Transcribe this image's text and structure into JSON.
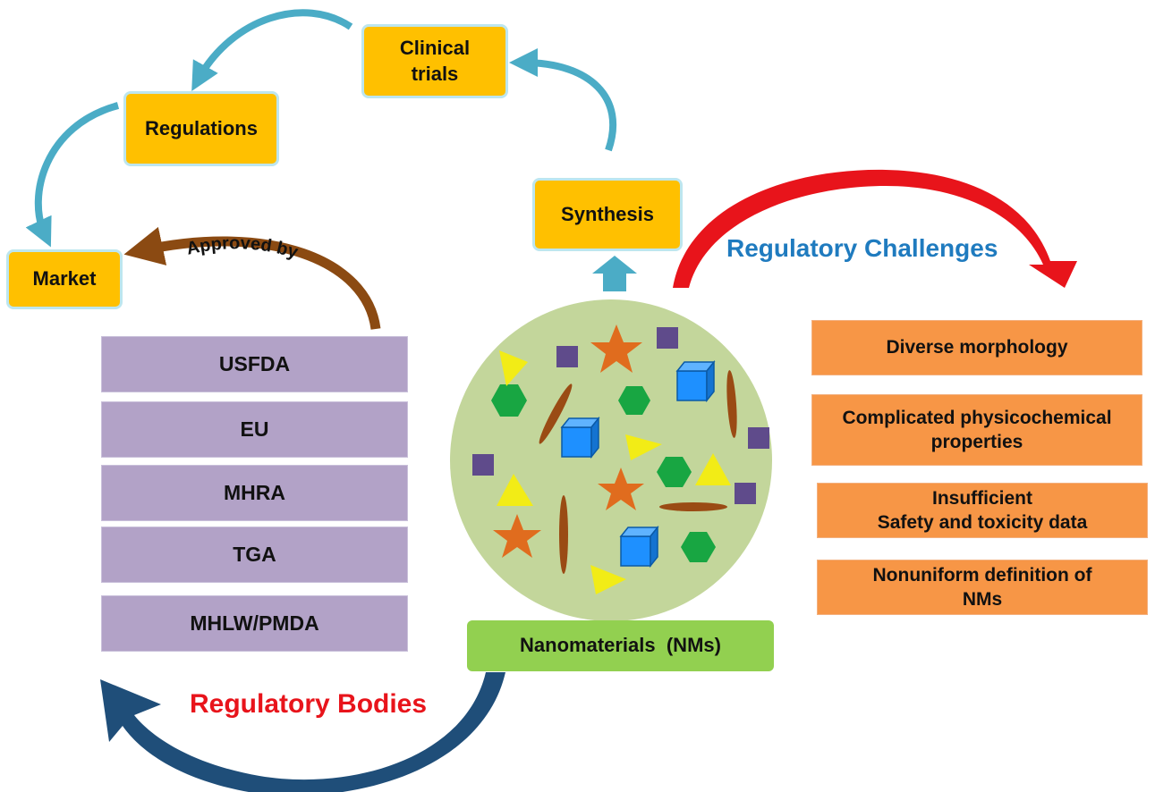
{
  "flow": {
    "clinical_trials": "Clinical\ntrials",
    "regulations": "Regulations",
    "market": "Market",
    "synthesis": "Synthesis"
  },
  "approved_by": "Approved by",
  "regulatory_bodies": {
    "title": "Regulatory Bodies",
    "items": [
      "USFDA",
      "EU",
      "MHRA",
      "TGA",
      "MHLW/PMDA"
    ]
  },
  "regulatory_challenges": {
    "title": "Regulatory Challenges",
    "items": [
      "Diverse morphology",
      "Complicated physicochemical\nproperties",
      "Insufficient\nSafety and toxicity data",
      "Nonuniform definition of\nNMs"
    ]
  },
  "nanomaterials_label": "Nanomaterials  (NMs)",
  "colors": {
    "flow_box": "#ffc000",
    "flow_arrow": "#4bacc6",
    "bodies_box": "#b2a2c7",
    "challenge_box": "#f79646",
    "nm_circle": "#c3d69b",
    "nm_label_box": "#92d050",
    "red_arrow": "#e8141b",
    "blue_arrow": "#1f4e79",
    "brown_arrow": "#8b4a12",
    "bodies_title": "#e8141b",
    "challenges_title": "#1f7bbf"
  }
}
